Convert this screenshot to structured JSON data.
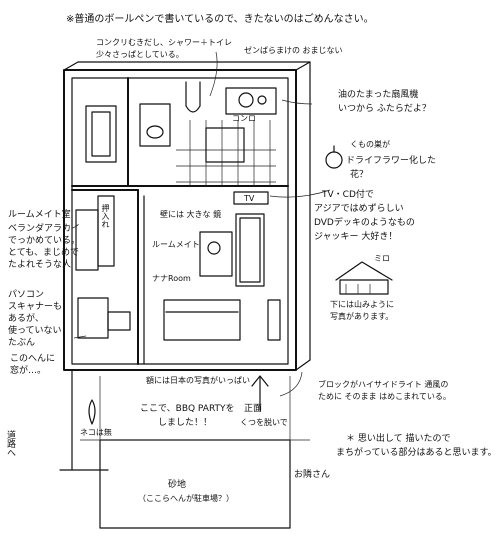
{
  "header_note": "※普通のボールペンで書いているので、きたないのはごめんなさい。",
  "bathroom": {
    "note_line1": "コンクリむきだし、シャワー＋トイレ",
    "note_line2": "少々さっぱとしている。",
    "corner_note": "ゼンばらまけの おまじない"
  },
  "kitchen": {
    "stove_label": "コンロ",
    "drying_note_line1": "油のたまった扇風機",
    "drying_note_line2": "いつから ふたらだよ？"
  },
  "dried_flower": {
    "bulb_note": "くもの巣が",
    "note_line1": "ドライフラワー化した",
    "note_line2": "花？"
  },
  "living": {
    "mirror_label": "壁には 大きな 鏡",
    "roommate_arrow": "ルームメイト",
    "my_room_arrow": "ナナRoom",
    "tv_label": "TV",
    "tv_note_line1": "TV・CD付で",
    "tv_note_line2": "アジアではめずらしい",
    "tv_note_line3": "DVDデッキのようなもの",
    "tv_note_line4": "ジャッキー 大好き！",
    "photo_note": "額には日本の写真がいっぱい"
  },
  "bedroom": {
    "title": "ルームメイト室",
    "note_line1": "ベランダアラカイ",
    "note_line2": "でっかめている。",
    "note_line3": "とても、まじめで",
    "note_line4": "たよれそうな人",
    "closet_label": "押入れ",
    "pc_note_line1": "パソコン",
    "pc_note_line2": "スキャナーも",
    "pc_note_line3": "あるが、",
    "pc_note_line4": "使っていない",
    "pc_note_line5": "たぶん"
  },
  "window_note_line1": "このへんに",
  "window_note_line2": "窓が…。",
  "house_sketch": {
    "label": "ミロ",
    "note_line1": "下には山みように",
    "note_line2": "写真があります。"
  },
  "front": {
    "bbq_line1": "ここで、BBQ PARTYを",
    "bbq_line2": "しました！！",
    "entrance_label": "正面",
    "entrance_sub": "くつを脱いで",
    "block_note_line1": "ブロックがハイサイドライト 通風の",
    "block_note_line2": "ために そのまま はめこまれている。",
    "plant_label": "ネコは無",
    "sand_label": "砂地",
    "sand_sub": "（ここらへんが駐車場？）",
    "street_label": "道路へ",
    "neighbor_label": "お隣さん"
  },
  "memory_note_line1": "＊ 思い出して 描いたので",
  "memory_note_line2": "まちがっている部分はあると思います。"
}
